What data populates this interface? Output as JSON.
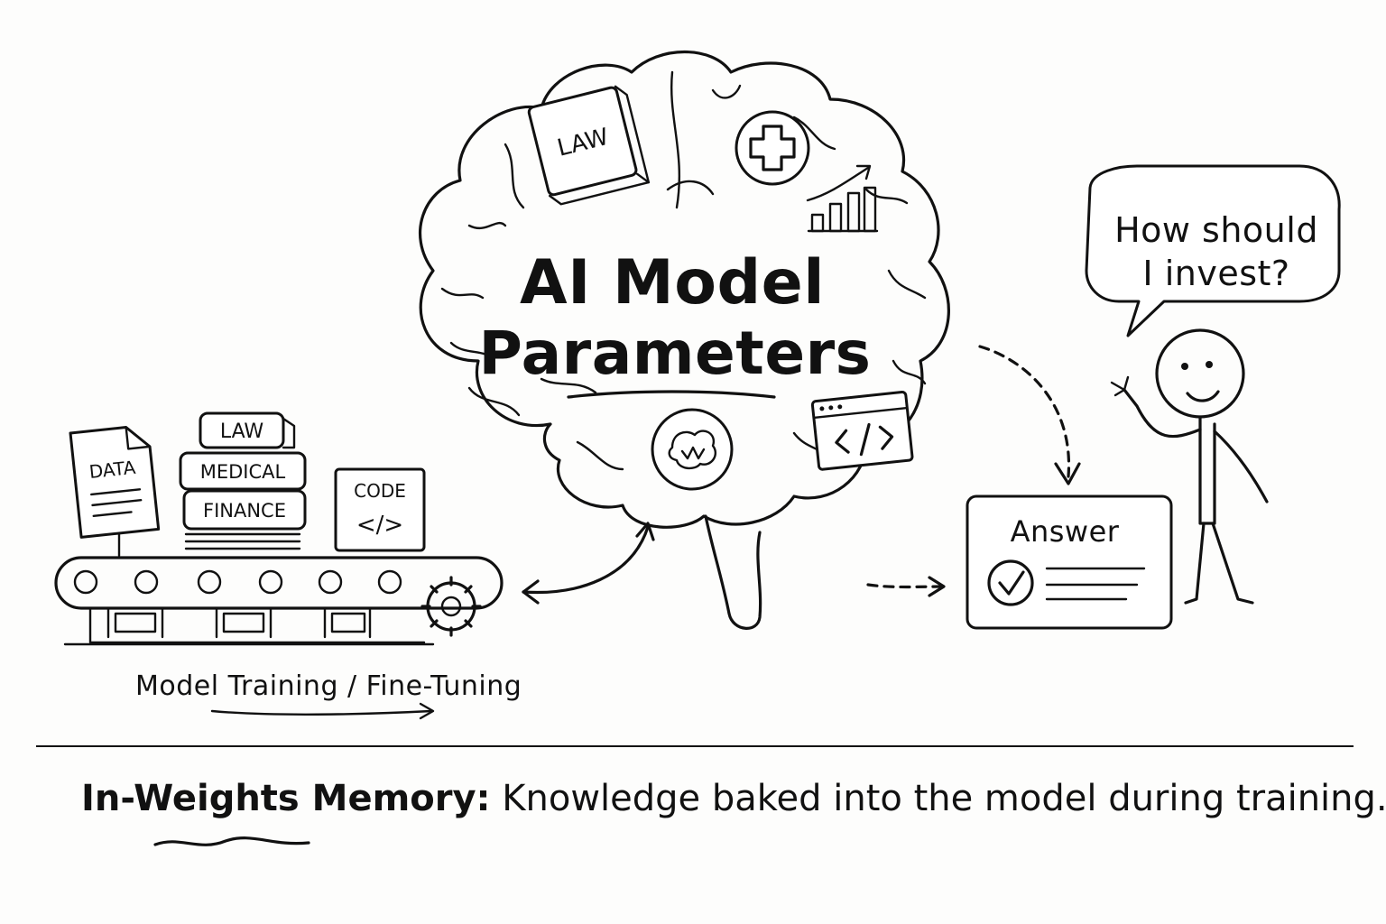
{
  "title_line1": "AI Model",
  "title_line2": "Parameters",
  "brain_icons": {
    "law_book": "LAW",
    "medical_icon": "medical-cross-icon",
    "chart_icon": "growth-chart-icon",
    "code_icon": "code-window-icon",
    "brain_badge_icon": "brain-badge-icon"
  },
  "conveyor": {
    "data_doc": "DATA",
    "books": [
      "LAW",
      "MEDICAL",
      "FINANCE"
    ],
    "code_box_label": "CODE",
    "code_box_symbol": "</>",
    "label": "Model Training / Fine-Tuning"
  },
  "speech_bubble": {
    "line1": "How should",
    "line2": "I invest?"
  },
  "answer_card": {
    "title": "Answer"
  },
  "caption": {
    "term": "In-Weights Memory:",
    "text": " Knowledge baked into the model during training."
  }
}
